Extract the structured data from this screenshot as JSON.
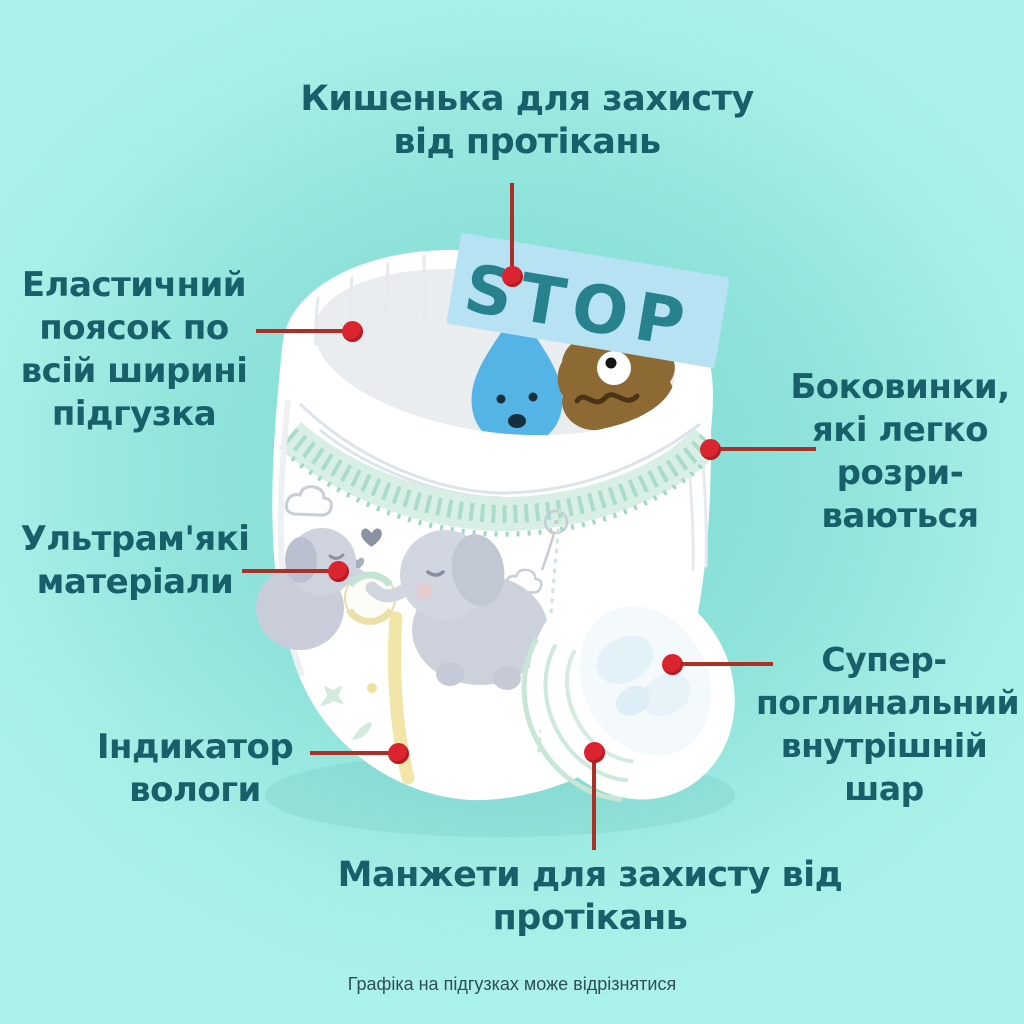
{
  "colors": {
    "background_edge": "#abf2ea",
    "background_center": "#7edbd2",
    "label_text": "#17606a",
    "callout_line": "#a93128",
    "callout_dot": "#da2531",
    "stop_banner": "#b7e2f3",
    "stop_text": "#27828e",
    "water_drop": "#55b4e6",
    "poop_character": "#8d6a34",
    "diaper_white": "#ffffff",
    "mint_trim": "#aadcc8",
    "wetness_indicator": "#f1e6a8"
  },
  "stop_sign": {
    "text": "STOP"
  },
  "callouts": {
    "pocket": {
      "lines": [
        "Кишенька для захисту",
        "від протікань"
      ]
    },
    "waistband": {
      "lines": [
        "Еластичний",
        "поясок по",
        "всій ширині",
        "підгузка"
      ]
    },
    "side_panels": {
      "lines": [
        "Боковинки,",
        "які легко",
        "розри-",
        "ваються"
      ]
    },
    "soft_materials": {
      "lines": [
        "Ультрам'які",
        "матеріали"
      ]
    },
    "absorbent_core": {
      "lines": [
        "Супер-",
        "поглинальний",
        "внутрішній",
        "шар"
      ]
    },
    "wetness_indicator": {
      "lines": [
        "Індикатор",
        "вологи"
      ]
    },
    "cuffs": {
      "lines": [
        "Манжети для захисту від",
        "протікань"
      ]
    }
  },
  "footer": {
    "note": "Графіка на підгузках може відрізнятися"
  }
}
